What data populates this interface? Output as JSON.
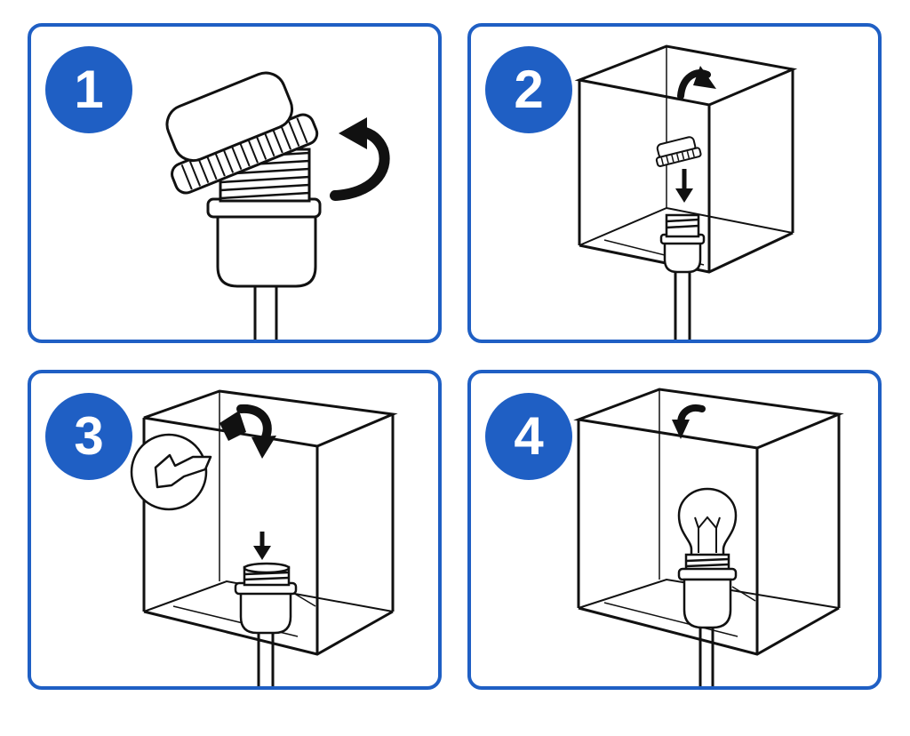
{
  "colors": {
    "accent": "#1f5fc4",
    "line": "#111111",
    "background": "#ffffff"
  },
  "panels": [
    {
      "step": "1",
      "icons": [
        "shade-ring-icon",
        "lamp-socket-icon",
        "counterclockwise-arrow-icon"
      ]
    },
    {
      "step": "2",
      "icons": [
        "lampshade-icon",
        "shade-ring-icon",
        "down-arrow-icon",
        "clockwise-arrow-icon",
        "lamp-socket-icon"
      ]
    },
    {
      "step": "3",
      "icons": [
        "lampshade-icon",
        "hand-icon",
        "down-arrow-icon",
        "clockwise-arrow-icon",
        "lamp-socket-icon"
      ]
    },
    {
      "step": "4",
      "icons": [
        "lampshade-icon",
        "light-bulb-icon",
        "counterclockwise-arrow-icon",
        "lamp-socket-icon"
      ]
    }
  ]
}
